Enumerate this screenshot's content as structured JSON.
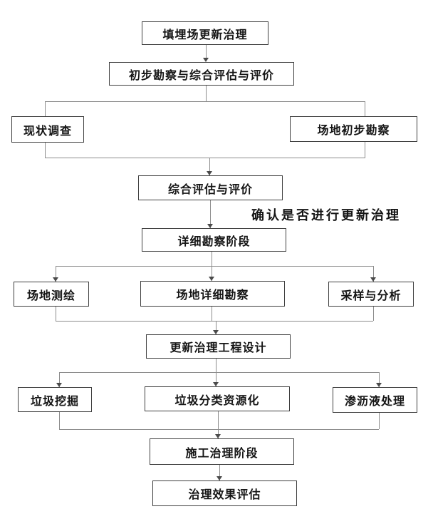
{
  "diagram": {
    "type": "flowchart",
    "annotation": "确认是否进行更新治理",
    "colors": {
      "background": "#ffffff",
      "box_border": "#3f3f3f",
      "connector_line": "#8c8c8c",
      "arrow": "#4a4a4a",
      "text": "#151515"
    },
    "nodes": [
      {
        "id": "landfill-renewal",
        "label": "填埋场更新治理"
      },
      {
        "id": "preliminary-survey-eval",
        "label": "初步勘察与综合评估与评价"
      },
      {
        "id": "status-investigation",
        "label": "现状调查"
      },
      {
        "id": "site-preliminary-survey",
        "label": "场地初步勘察"
      },
      {
        "id": "comprehensive-eval",
        "label": "综合评估与评价"
      },
      {
        "id": "detailed-survey-stage",
        "label": "详细勘察阶段"
      },
      {
        "id": "site-mapping",
        "label": "场地测绘"
      },
      {
        "id": "site-detailed-survey",
        "label": "场地详细勘察"
      },
      {
        "id": "sampling-analysis",
        "label": "采样与分析"
      },
      {
        "id": "renewal-design",
        "label": "更新治理工程设计"
      },
      {
        "id": "waste-excavation",
        "label": "垃圾挖掘"
      },
      {
        "id": "waste-sorting",
        "label": "垃圾分类资源化"
      },
      {
        "id": "leachate-treatment",
        "label": "渗沥液处理"
      },
      {
        "id": "construction-stage",
        "label": "施工治理阶段"
      },
      {
        "id": "effect-evaluation",
        "label": "治理效果评估"
      }
    ],
    "edges": [
      {
        "from": "landfill-renewal",
        "to": "preliminary-survey-eval"
      },
      {
        "from": "preliminary-survey-eval",
        "to": "status-investigation"
      },
      {
        "from": "preliminary-survey-eval",
        "to": "site-preliminary-survey"
      },
      {
        "from": "status-investigation",
        "to": "comprehensive-eval"
      },
      {
        "from": "site-preliminary-survey",
        "to": "comprehensive-eval"
      },
      {
        "from": "comprehensive-eval",
        "to": "detailed-survey-stage",
        "label": "确认是否进行更新治理"
      },
      {
        "from": "detailed-survey-stage",
        "to": "site-mapping"
      },
      {
        "from": "detailed-survey-stage",
        "to": "site-detailed-survey"
      },
      {
        "from": "detailed-survey-stage",
        "to": "sampling-analysis"
      },
      {
        "from": "site-mapping",
        "to": "renewal-design"
      },
      {
        "from": "site-detailed-survey",
        "to": "renewal-design"
      },
      {
        "from": "sampling-analysis",
        "to": "renewal-design"
      },
      {
        "from": "renewal-design",
        "to": "waste-excavation"
      },
      {
        "from": "renewal-design",
        "to": "waste-sorting"
      },
      {
        "from": "renewal-design",
        "to": "leachate-treatment"
      },
      {
        "from": "waste-excavation",
        "to": "construction-stage"
      },
      {
        "from": "waste-sorting",
        "to": "construction-stage"
      },
      {
        "from": "leachate-treatment",
        "to": "construction-stage"
      },
      {
        "from": "construction-stage",
        "to": "effect-evaluation"
      }
    ]
  }
}
